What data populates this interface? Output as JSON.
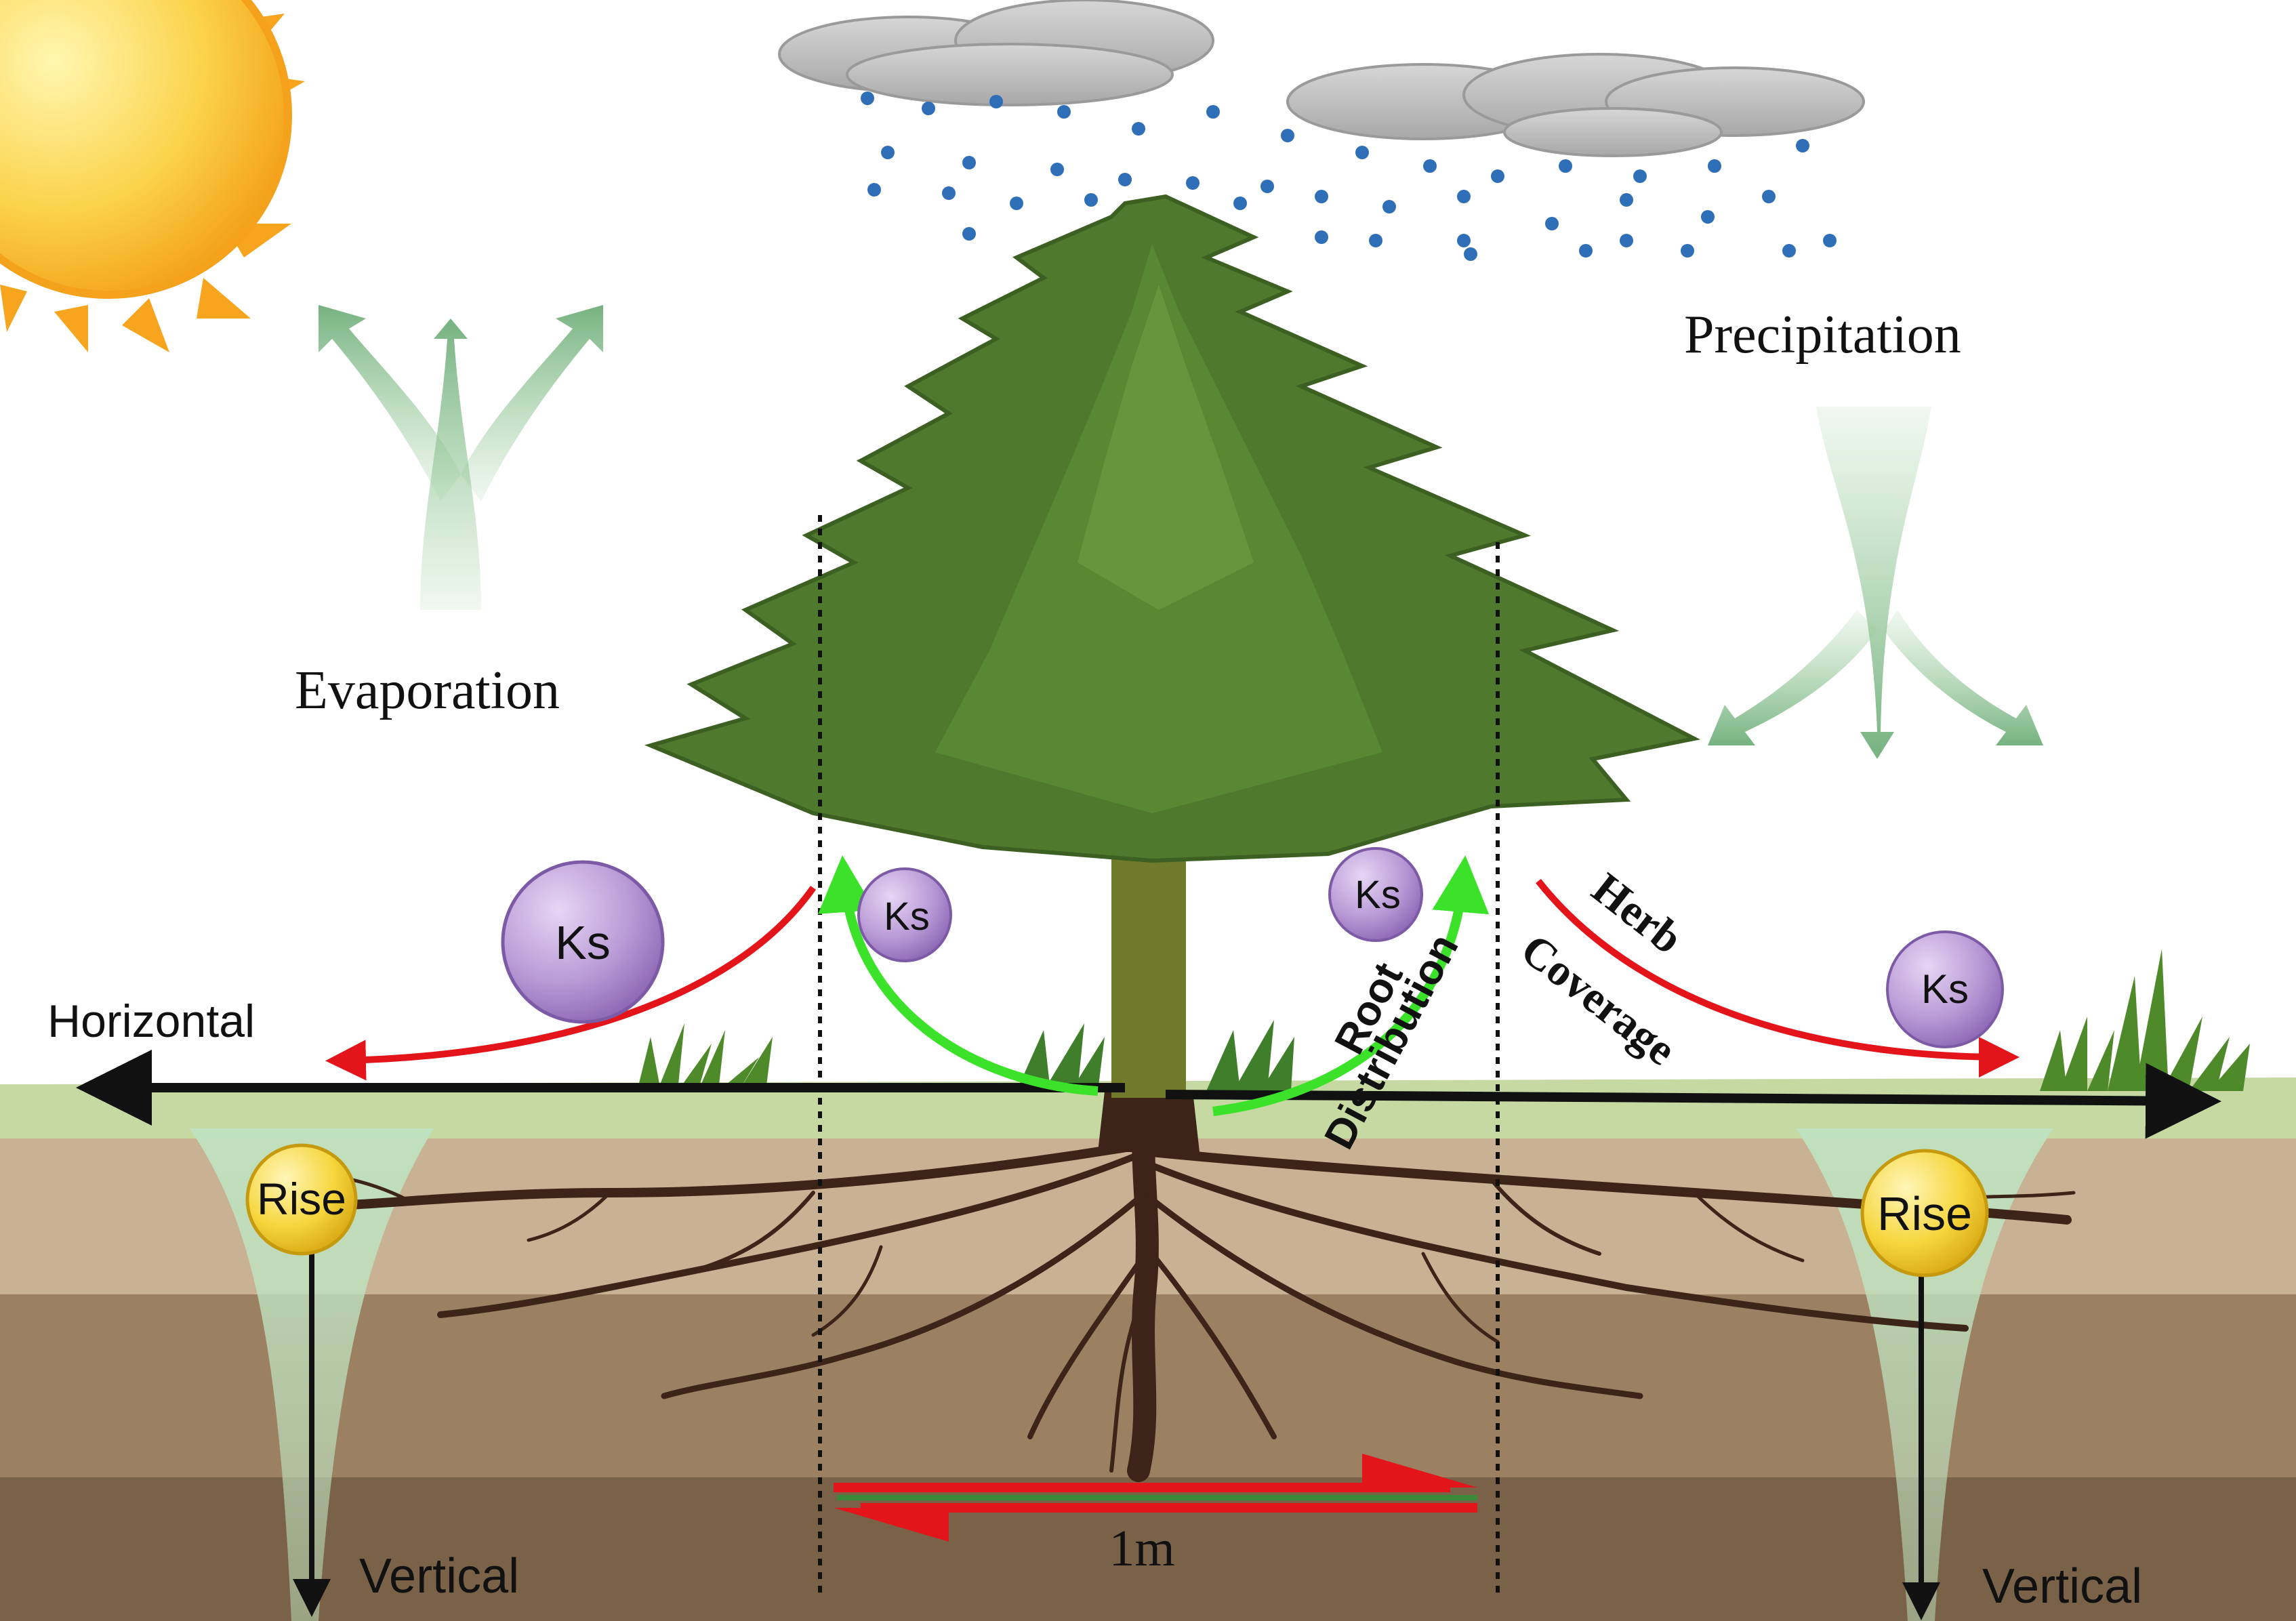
{
  "labels": {
    "evaporation": "Evaporation",
    "precipitation": "Precipitation",
    "horizontal": "Horizontal",
    "vertical_left": "Vertical",
    "vertical_right": "Vertical",
    "rise_left": "Rise",
    "rise_right": "Rise",
    "ks_far_left": "Ks",
    "ks_inner_left": "Ks",
    "ks_inner_right": "Ks",
    "ks_far_right": "Ks",
    "root_word": "Root",
    "distribution_word": "Distribution",
    "herb_word": "Herb",
    "coverage_word": "Coverage",
    "scale": "1m"
  },
  "colors": {
    "sky": "#ffffff",
    "grass": "#c6d9a3",
    "soil_top": "#c9b294",
    "soil_mid": "#9b8062",
    "soil_deep": "#7a6249",
    "foliage": "#4f7a2e",
    "trunk": "#6f7a2a",
    "roots": "#3d2418",
    "ks_ball": "#b99ad6",
    "rise_ball": "#f4d84a",
    "red_arrow": "#e3151a",
    "green_arrow": "#3ce22a",
    "flow_arrow": "#8fc49a",
    "rain": "#2f6fb8",
    "sun": "#f7b733"
  }
}
